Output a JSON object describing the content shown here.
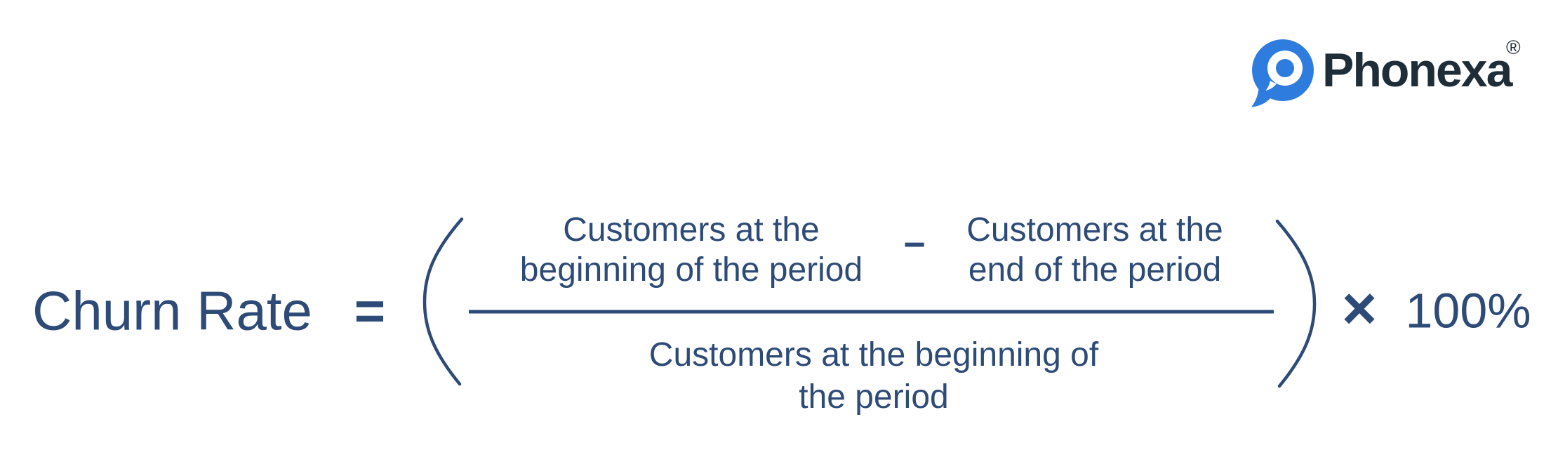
{
  "logo": {
    "brand": "Phonexa",
    "registered_mark": "®",
    "icon": "phonexa-pin-speech-bubble-icon"
  },
  "formula": {
    "lhs": "Churn Rate",
    "equals_sign": "=",
    "numerator_left": {
      "line1": "Customers at the",
      "line2": "beginning of the period"
    },
    "minus_sign": "−",
    "numerator_right": {
      "line1": "Customers at the",
      "line2": "end of the period"
    },
    "denominator": {
      "line1": "Customers at the beginning of",
      "line2": "the period"
    },
    "times_sign": "×",
    "multiplier": "100%"
  },
  "colors": {
    "page_bg": "#FFFFFF",
    "formula_text": "#2D4B76",
    "logo_blue": "#2F7CDF",
    "logo_text": "#1F2D38"
  }
}
